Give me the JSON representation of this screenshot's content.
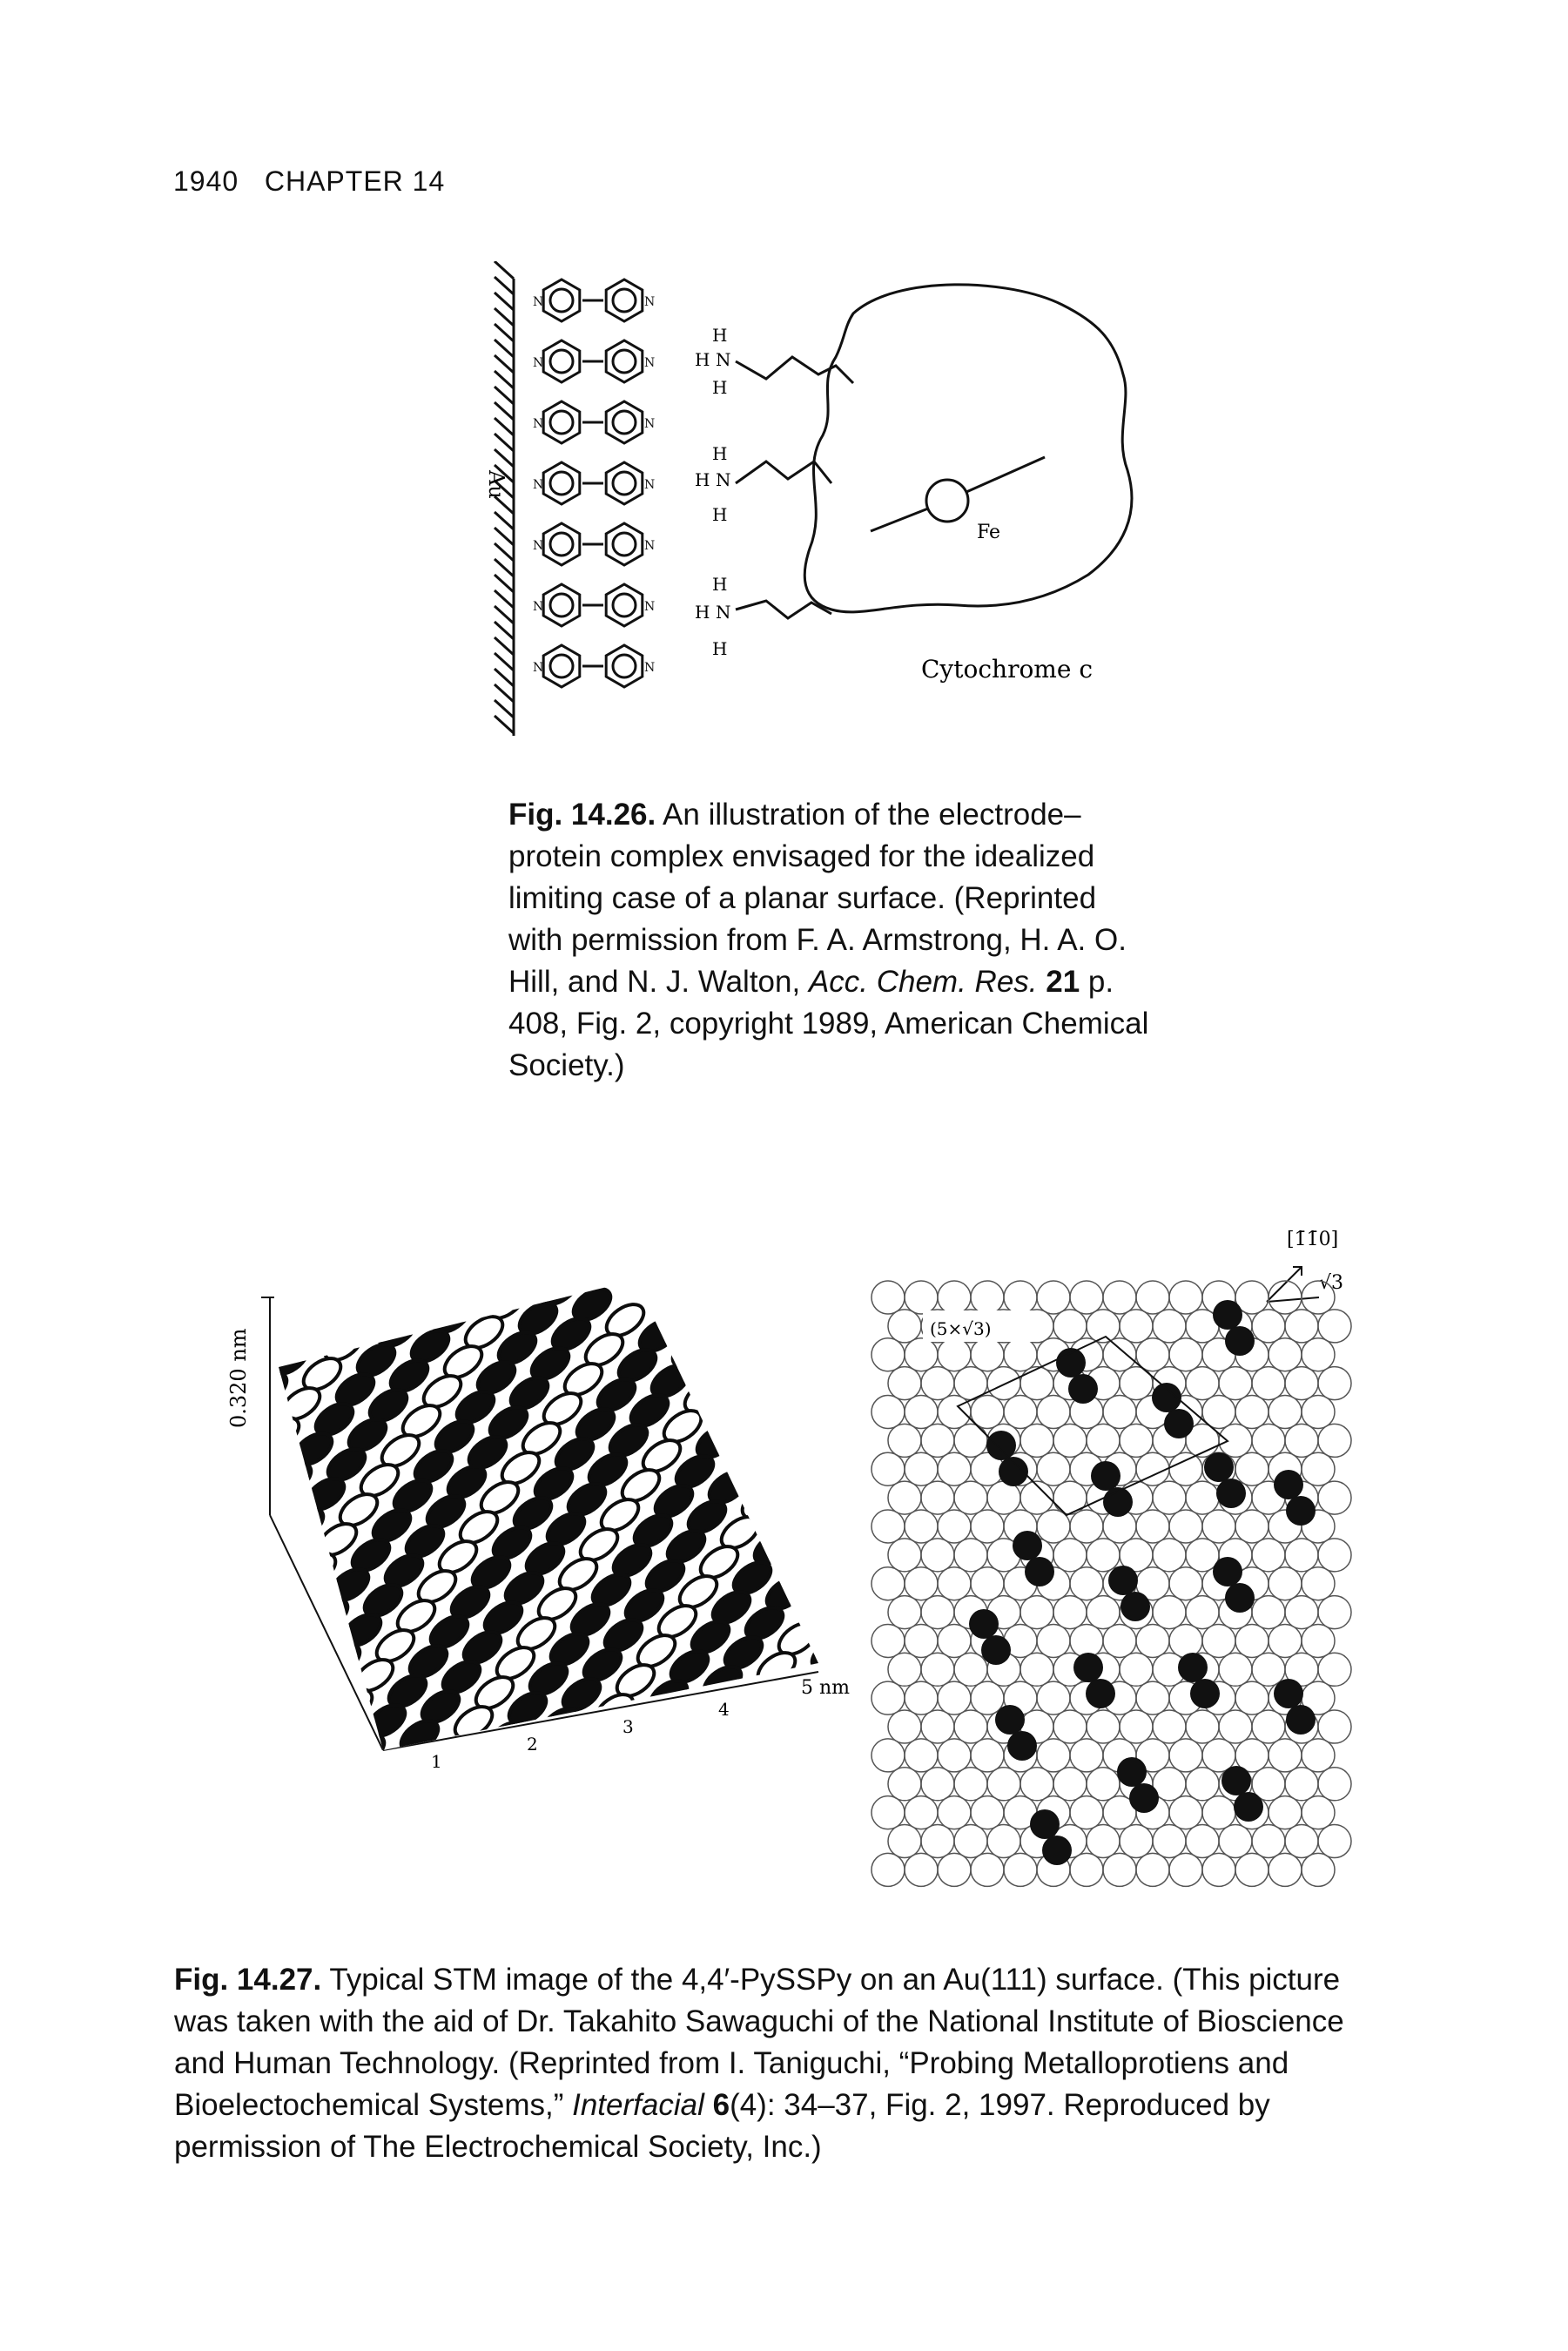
{
  "header": {
    "page_number": "1940",
    "chapter": "CHAPTER 14"
  },
  "fig1": {
    "electrode_label": "Au",
    "amine_h": "H",
    "amine_n": "N",
    "fe_label": "Fe",
    "protein_label": "Cytochrome c",
    "pyridine_n": "N",
    "caption_number": "Fig. 14.26.",
    "caption_body": " An illustration of the electrode–protein complex envisaged for the idealized limiting case of a planar surface. (Reprinted with permission from F. A. Armstrong, H. A. O. Hill, and N. J. Walton, ",
    "caption_journal": "Acc. Chem. Res.",
    "caption_volume": " 21",
    "caption_tail": " p. 408, Fig. 2, copyright 1989, American Chemical Society.)"
  },
  "fig2": {
    "z_label": "0.320 nm",
    "x_ticks": [
      "1",
      "2",
      "3",
      "4"
    ],
    "x_end_label": "5 nm",
    "lattice_label": "(5×√3)",
    "direction_label": "[1̄1̄0]",
    "sqrt_label": "√3",
    "caption_number": "Fig. 14.27.",
    "caption_body": " Typical STM image of the 4,4′-PySSPy on an Au(111) surface. (This picture was taken with the aid of Dr. Takahito Sawaguchi of the National Institute of Bioscience and Human Technology. (Reprinted from I. Taniguchi, “Probing Metalloprotiens and Bioelectochemical Systems,” ",
    "caption_journal": "Interfacial",
    "caption_volume": " 6",
    "caption_tail": "(4): 34–37, Fig. 2, 1997. Reproduced by permission of The Electrochemical Society, Inc.)"
  }
}
